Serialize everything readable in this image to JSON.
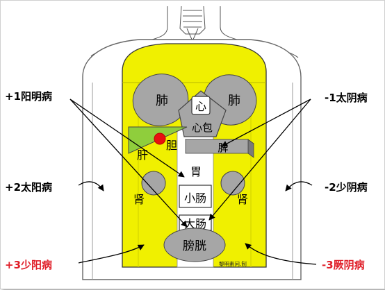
{
  "labels": {
    "yangming": "+1阳明病",
    "taiyin": "-1太阴病",
    "taiyang": "+2太阳病",
    "shaoyin": "-2少阴病",
    "shaoyang": "+3少阳病",
    "jueyin": "-3厥阴病"
  },
  "organs": {
    "lung_left": "肺",
    "lung_right": "肺",
    "heart": "心",
    "pericardium": "心包",
    "liver": "肝",
    "gallbladder": "胆",
    "spleen": "脾",
    "stomach": "胃",
    "kidney_left": "肾",
    "kidney_right": "肾",
    "small_intestine": "小肠",
    "large_intestine": "大肠",
    "bladder": "膀胱"
  },
  "signature": "黎明素问.制",
  "colors": {
    "body_fill": "#f0f000",
    "organ_fill": "#a6a6a6",
    "liver_fill": "#8fce3c",
    "gallbladder_fill": "#e81010",
    "text_black": "#000000",
    "text_red": "#e0202a"
  }
}
